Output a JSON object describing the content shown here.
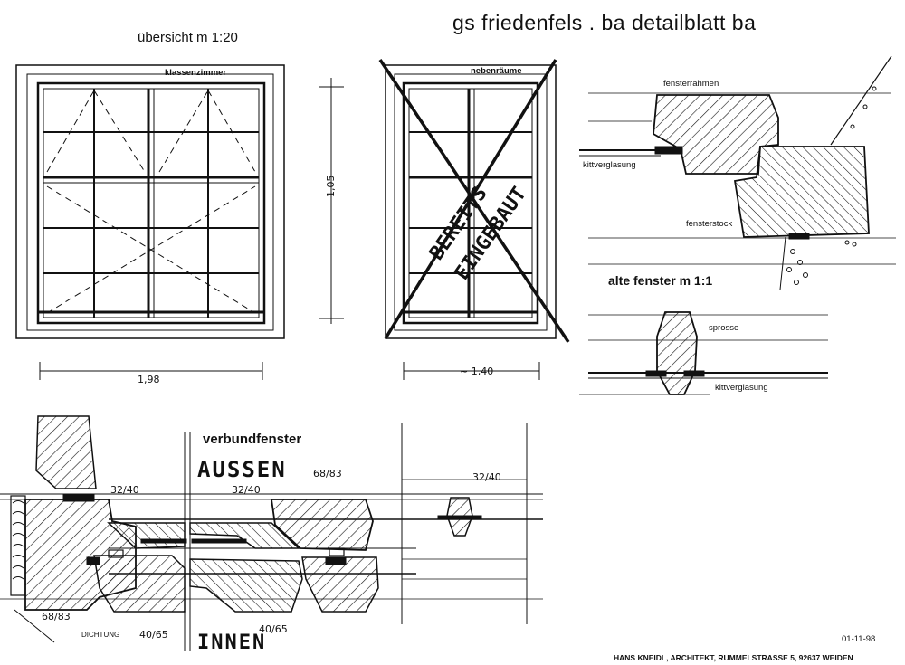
{
  "header": {
    "title": "gs friedenfels  . ba  detailblatt  ba",
    "overview_label": "übersicht  m 1:20"
  },
  "window_left": {
    "label": "klassenzimmer",
    "width_dim": "1,98",
    "height_dim": "1,05"
  },
  "window_right": {
    "label": "nebenräume",
    "width_dim": "~ 1,40",
    "stamp_line1": "BEREITS",
    "stamp_line2": "EINGEBAUT"
  },
  "old_window": {
    "fensterrahmen": "fensterrahmen",
    "kittverglasung_top": "kittverglasung",
    "fensterstock": "fensterstock",
    "scale": "alte fenster  m 1:1",
    "sprosse": "sprosse",
    "kittverglasung_bottom": "kittverglasung"
  },
  "verbund": {
    "title": "verbundfenster",
    "aussen": "AUSSEN",
    "innen": "INNEN",
    "d_6883_top": "68/83",
    "d_3240_a": "32/40",
    "d_3240_b": "32/40",
    "d_3240_c": "32/40",
    "d_6883_bottom": "68/83",
    "d_4065_a": "40/65",
    "d_4065_b": "40/65",
    "dichtung": "DICHTUNG"
  },
  "footer": {
    "architect": "HANS KNEIDL, ARCHITEKT, RUMMELSTRASSE 5, 92637 WEIDEN",
    "date": "01-11-98"
  }
}
